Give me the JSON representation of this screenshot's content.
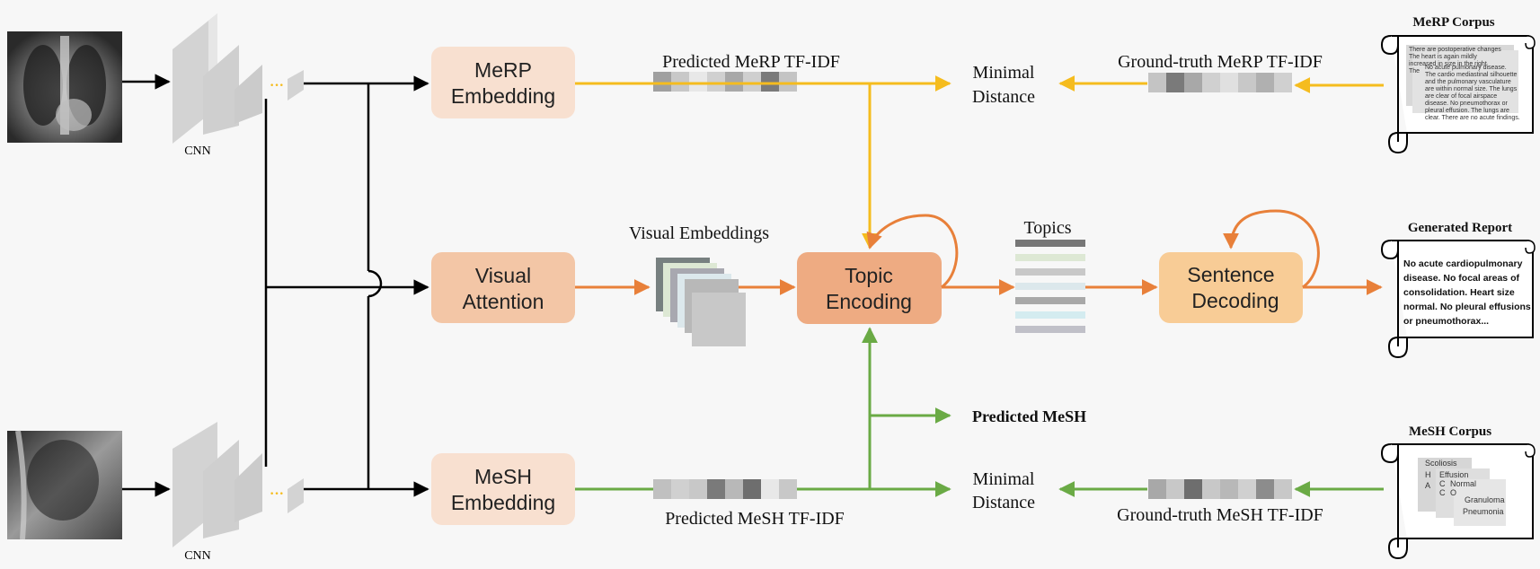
{
  "modules": {
    "merp_embedding": [
      "MeRP",
      "Embedding"
    ],
    "visual_attention": [
      "Visual",
      "Attention"
    ],
    "mesh_embedding": [
      "MeSH",
      "Embedding"
    ],
    "topic_encoding": [
      "Topic",
      "Encoding"
    ],
    "sentence_decoding": [
      "Sentence",
      "Decoding"
    ]
  },
  "labels": {
    "cnn_top": "CNN",
    "cnn_bottom": "CNN",
    "predicted_merp_tfidf": "Predicted MeRP TF-IDF",
    "groundtruth_merp_tfidf": "Ground-truth MeRP TF-IDF",
    "minimal_distance_top": [
      "Minimal",
      "Distance"
    ],
    "visual_embeddings": "Visual Embeddings",
    "topics": "Topics",
    "predicted_mesh": "Predicted MeSH",
    "minimal_distance_bottom": [
      "Minimal",
      "Distance"
    ],
    "predicted_mesh_tfidf": "Predicted MeSH TF-IDF",
    "groundtruth_mesh_tfidf": "Ground-truth MeSH TF-IDF"
  },
  "corpora": {
    "merp_title": "MeRP Corpus",
    "merp_back_text": [
      "There are postoperative changes",
      "The heart is again mildly",
      "increased in size in the right",
      "The"
    ],
    "merp_front_text": [
      "No acute pulmonary disease.",
      "The cardio mediastinal silhouette",
      "and the pulmonary vasculature",
      "are within normal size. The lungs",
      "are clear of focal airspace",
      "disease. No pneumothorax or",
      "pleural effusion. The lungs are",
      "clear. There are no acute findings."
    ],
    "report_title": "Generated Report",
    "report_text": [
      "No acute cardiopulmonary",
      "disease. No focal areas of",
      "consolidation. Heart size",
      "normal. No pleural effusions",
      "or pneumothorax..."
    ],
    "mesh_title": "MeSH Corpus",
    "mesh_terms": [
      "Scoliosis",
      "H",
      "Effusion",
      "A",
      "C",
      "Normal",
      "C",
      "O",
      "Granuloma",
      "Pneumonia"
    ]
  },
  "colors": {
    "merp_arrow": "#f5bc1e",
    "visual_arrow": "#e8803a",
    "mesh_arrow": "#6aaa45",
    "merp_box": "#f8e0d0",
    "visual_box": "#f3c6a6",
    "topic_box": "#eeab82",
    "sentence_box": "#f8cc96"
  }
}
